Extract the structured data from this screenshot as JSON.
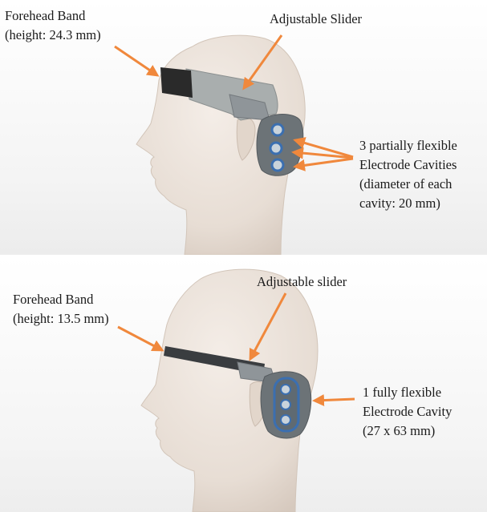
{
  "colors": {
    "arrow": "#f0883c",
    "head_skin": "#e7ddd4",
    "band_top_dark": "#2a2a2a",
    "band_top_grey": "#a9aeae",
    "band_bottom": "#3a3d40",
    "slider_grey": "#8f9599",
    "electrode_plate": "#6c7377",
    "electrode_ring": "#3b6fb0"
  },
  "panels": [
    {
      "forehead_label_line1": "Forehead Band",
      "forehead_label_line2": "(height: 24.3 mm)",
      "slider_label": "Adjustable Slider",
      "cavity_label_line1": "3 partially flexible",
      "cavity_label_line2": "Electrode Cavities",
      "cavity_label_line3": "(diameter of each",
      "cavity_label_line4": "cavity: 20 mm)"
    },
    {
      "forehead_label_line1": "Forehead Band",
      "forehead_label_line2": "(height: 13.5 mm)",
      "slider_label": "Adjustable slider",
      "cavity_label_line1": "1 fully flexible",
      "cavity_label_line2": "Electrode Cavity",
      "cavity_label_line3": "(27 x 63 mm)"
    }
  ]
}
